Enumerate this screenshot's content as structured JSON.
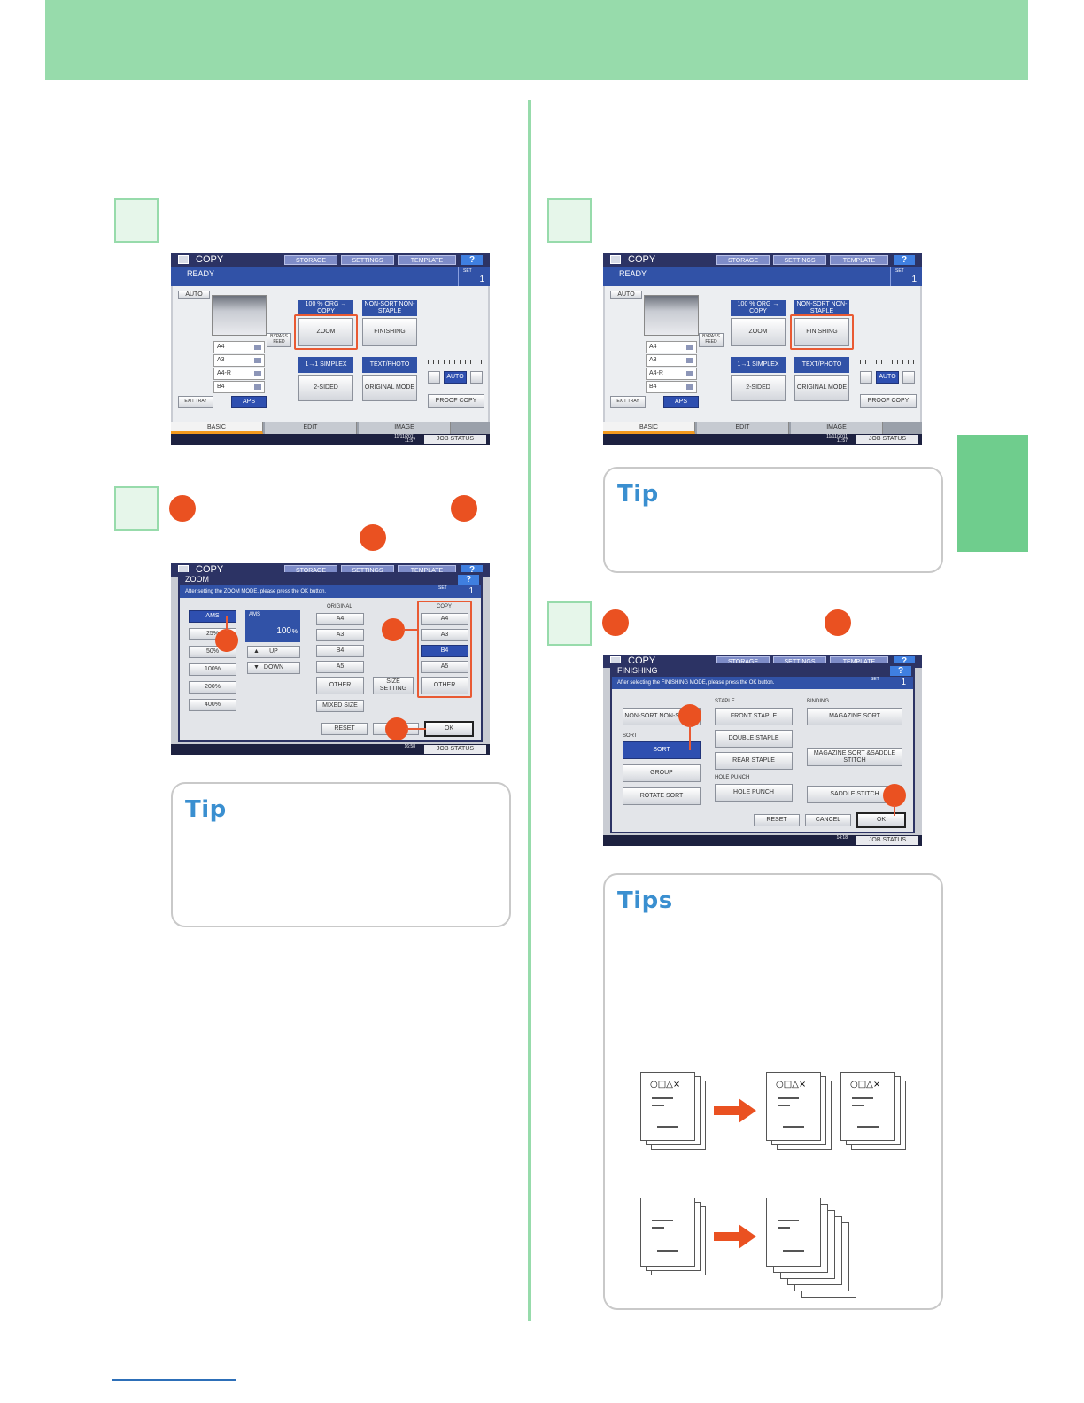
{
  "colors": {
    "band": "#97dbab",
    "sidetab": "#6fcd8d",
    "callout": "#ea5121",
    "tip": "#3a8fd0"
  },
  "tips": {
    "tip1": "Tip",
    "tip2": "Tip",
    "tips3": "Tips"
  },
  "copy_screen": {
    "app": "COPY",
    "toolbar": {
      "storage": "STORAGE",
      "settings": "SETTINGS",
      "template": "TEMPLATE",
      "help": "?"
    },
    "status": "READY",
    "set_label": "SET",
    "set_count": "1",
    "auto": "AUTO",
    "trays": [
      "A4",
      "A3",
      "A4-R",
      "B4"
    ],
    "bypass": "BYPASS FEED",
    "zoom_info": "100 % ORG → COPY",
    "zoom_info_b": "100 % ORG → COPY",
    "zoom": "ZOOM",
    "finishing_info": "NON-SORT NON-STAPLE",
    "finishing": "FINISHING",
    "duplex_info": "1→1 SIMPLEX",
    "two_sided": "2-SIDED",
    "mode_info": "TEXT/PHOTO",
    "original_mode": "ORIGINAL MODE",
    "density_auto": "AUTO",
    "proof_copy": "PROOF COPY",
    "exit_tray": "EXIT TRAY",
    "aps": "APS",
    "tabs": [
      "BASIC",
      "EDIT",
      "IMAGE"
    ],
    "date": "11/11/2011",
    "time": "11:57",
    "job_status": "JOB STATUS"
  },
  "zoom_screen": {
    "title": "ZOOM",
    "message": "After setting the ZOOM MODE, please press the OK button.",
    "set_label": "SET",
    "set_count": "1",
    "presets": [
      "AMS",
      "25%",
      "50%",
      "100%",
      "200%",
      "400%"
    ],
    "ams_label": "AMS",
    "ratio": "100",
    "ratio_unit": "%",
    "up": "UP",
    "down": "DOWN",
    "original_header": "ORIGINAL",
    "original_sizes": [
      "A4",
      "A3",
      "B4",
      "A5",
      "OTHER"
    ],
    "mixed_size": "MIXED SIZE",
    "size_setting": "SIZE SETTING",
    "copy_header": "COPY",
    "copy_sizes": [
      "A4",
      "A3",
      "B4",
      "A5",
      "OTHER"
    ],
    "reset": "RESET",
    "ok": "OK",
    "time": "16:58",
    "job_status": "JOB STATUS"
  },
  "finishing_screen": {
    "title": "FINISHING",
    "message": "After selecting the FINISHING MODE, please press the OK button.",
    "set_label": "SET",
    "set_count": "1",
    "non_sort": "NON-SORT NON-STAPLE",
    "sort_header": "SORT",
    "sort": "SORT",
    "group": "GROUP",
    "rotate_sort": "ROTATE SORT",
    "staple_header": "STAPLE",
    "front_staple": "FRONT STAPLE",
    "double_staple": "DOUBLE STAPLE",
    "rear_staple": "REAR STAPLE",
    "hole_punch_header": "HOLE PUNCH",
    "hole_punch": "HOLE PUNCH",
    "binding_header": "BINDING",
    "magazine_sort": "MAGAZINE SORT",
    "magazine_saddle": "MAGAZINE SORT &SADDLE STITCH",
    "saddle_stitch": "SADDLE STITCH",
    "reset": "RESET",
    "cancel": "CANCEL",
    "ok": "OK",
    "time": "14:18",
    "job_status": "JOB STATUS"
  },
  "diagram": {
    "symbols": "○□△×"
  }
}
